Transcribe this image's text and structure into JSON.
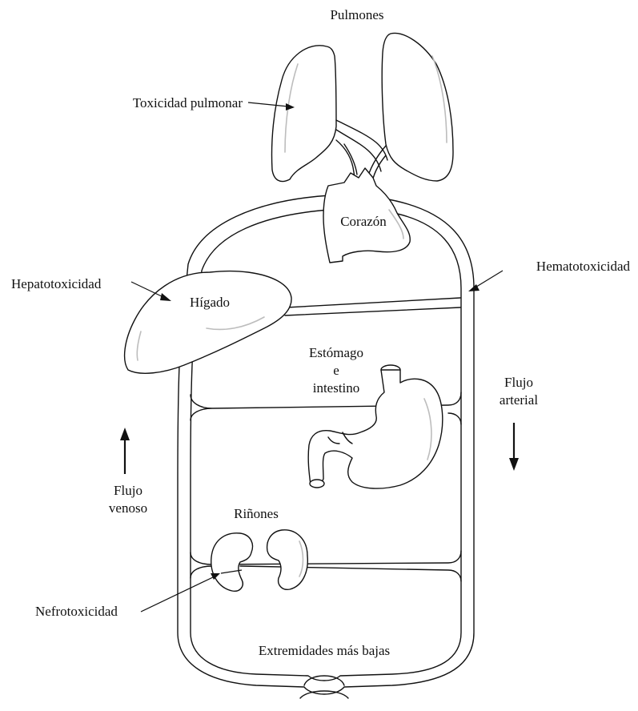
{
  "labels": {
    "lungs": "Pulmones",
    "pulmonary_toxicity": "Toxicidad pulmonar",
    "heart": "Corazón",
    "hepatotoxicity": "Hepatotoxicidad",
    "liver": "Hígado",
    "hematotoxicity": "Hematotoxicidad",
    "gi_line1": "Estómago",
    "gi_line2": "e",
    "gi_line3": "intestino",
    "arterial_line1": "Flujo",
    "arterial_line2": "arterial",
    "venous_line1": "Flujo",
    "venous_line2": "venoso",
    "kidneys": "Riñones",
    "nephrotoxicity": "Nefrotoxicidad",
    "lower_extremities": "Extremidades más bajas"
  }
}
